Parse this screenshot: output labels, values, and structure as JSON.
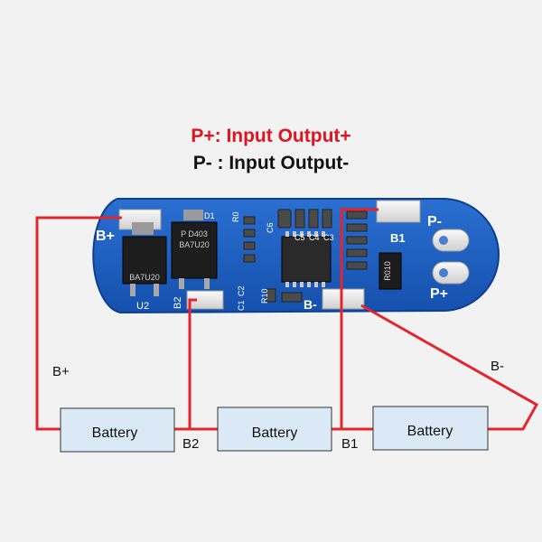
{
  "captions": {
    "p_plus": "P+: Input Output+",
    "p_minus": "P- : Input Output-"
  },
  "board": {
    "labels": {
      "b_plus": "B+",
      "b1": "B1",
      "b_minus": "B-",
      "p_minus": "P-",
      "p_plus": "P+",
      "b2": "B2",
      "u2": "U2"
    },
    "silkscreen": {
      "mosfet": "BA7U20",
      "mosfet_code": "P D403",
      "resistor": "R010",
      "r0": "R0",
      "c1": "C1",
      "c2": "C2",
      "c3": "C3",
      "c4": "C4",
      "c5": "C5",
      "c6": "C6",
      "r10": "R10",
      "d1": "D1"
    }
  },
  "wiring": {
    "b_plus": "B+",
    "b_minus": "B-",
    "b2": "B2",
    "b1": "B1"
  },
  "batteries": [
    {
      "label": "Battery"
    },
    {
      "label": "Battery"
    },
    {
      "label": "Battery"
    }
  ],
  "colors": {
    "background": "#f2f2f2",
    "pcb": "#1756b8",
    "pcb_edge": "#0d3f91",
    "wire": "#e3262d",
    "battery_fill": "#dbe9f6",
    "battery_border": "#333333",
    "caption_plus": "#e0141e",
    "caption_minus": "#111111"
  }
}
